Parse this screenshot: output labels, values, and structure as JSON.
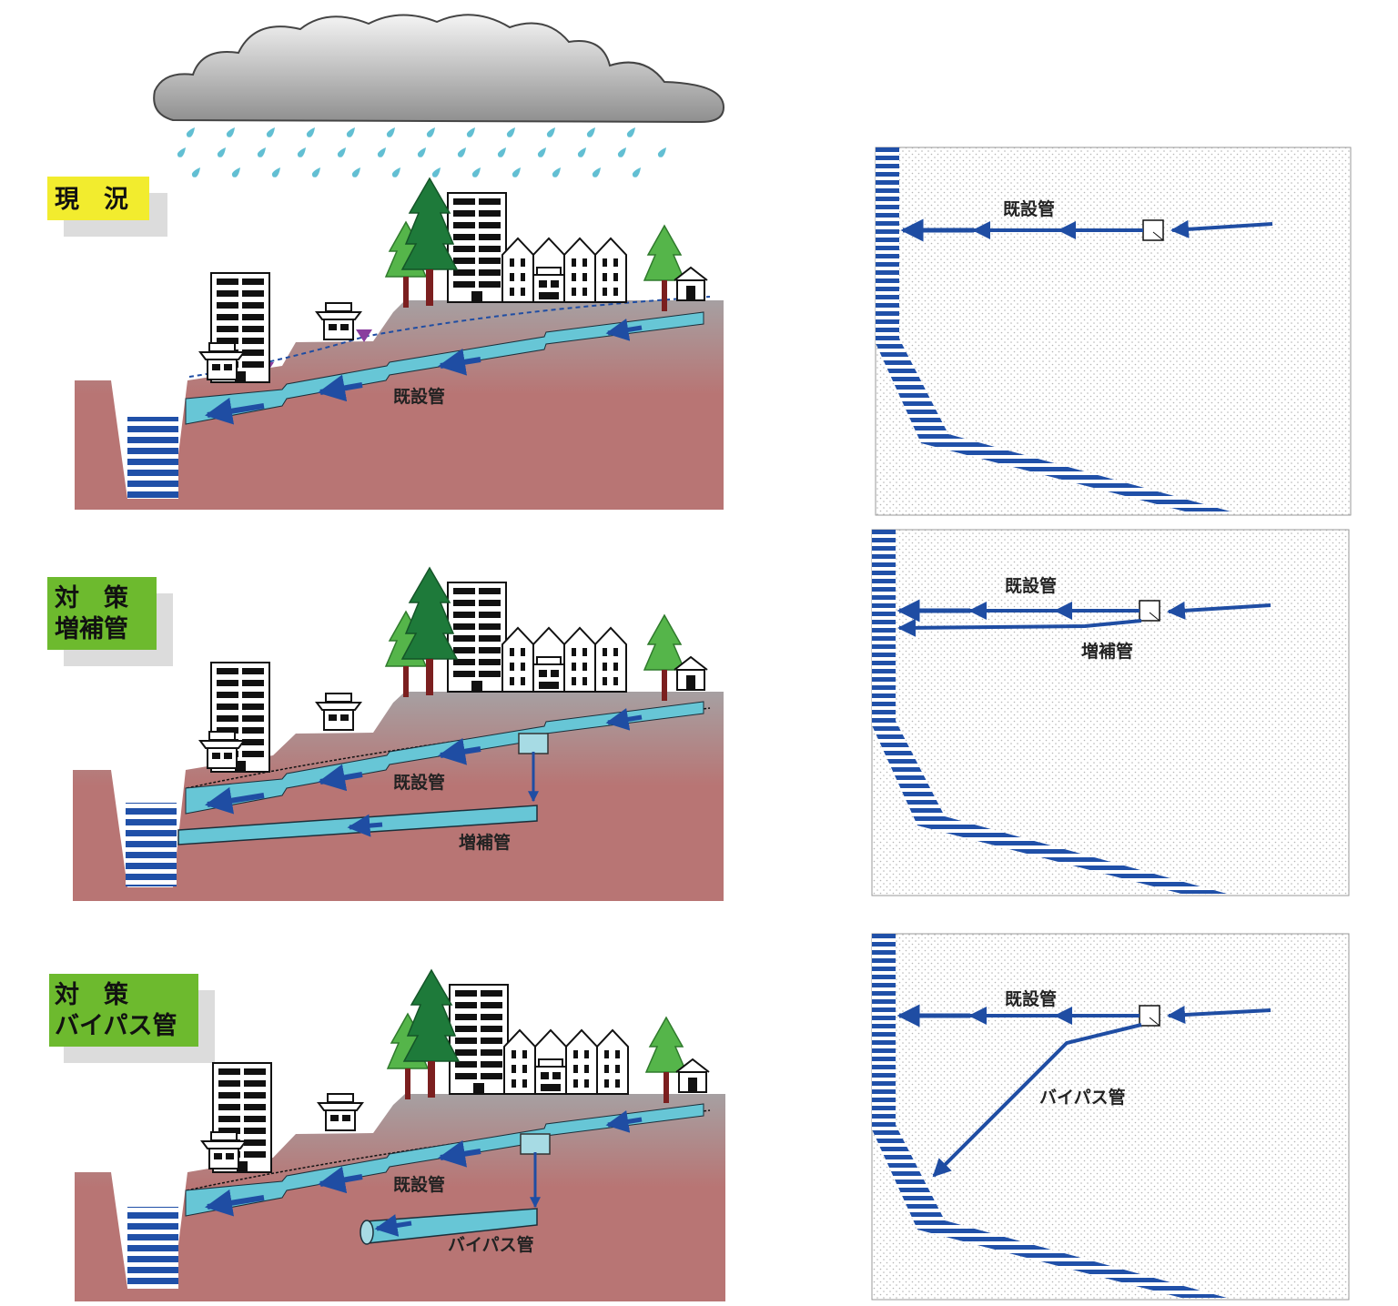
{
  "scenarios": [
    {
      "title_lines": [
        "現　況"
      ],
      "tag_color": "#f2ec2e",
      "labels": {
        "existing": "既設管"
      }
    },
    {
      "title_lines": [
        "対　策",
        "増補管"
      ],
      "tag_color": "#6dba2e",
      "labels": {
        "existing": "既設管",
        "new": "増補管"
      }
    },
    {
      "title_lines": [
        "対　策",
        "バイパス管"
      ],
      "tag_color": "#6dba2e",
      "labels": {
        "existing": "既設管",
        "new": "バイパス管"
      }
    }
  ],
  "plans": [
    {
      "labels": {
        "existing": "既設管"
      }
    },
    {
      "labels": {
        "existing": "既設管",
        "new": "増補管"
      }
    },
    {
      "labels": {
        "existing": "既設管",
        "new": "バイパス管"
      }
    }
  ],
  "colors": {
    "ground": "#b87574",
    "ground_top": "#a9a2a3",
    "pipe": "#67c6d6",
    "arrow": "#1f4da3",
    "river": "#2050a8",
    "rain": "#62bfd3",
    "cloud": "#bcbcbc"
  }
}
